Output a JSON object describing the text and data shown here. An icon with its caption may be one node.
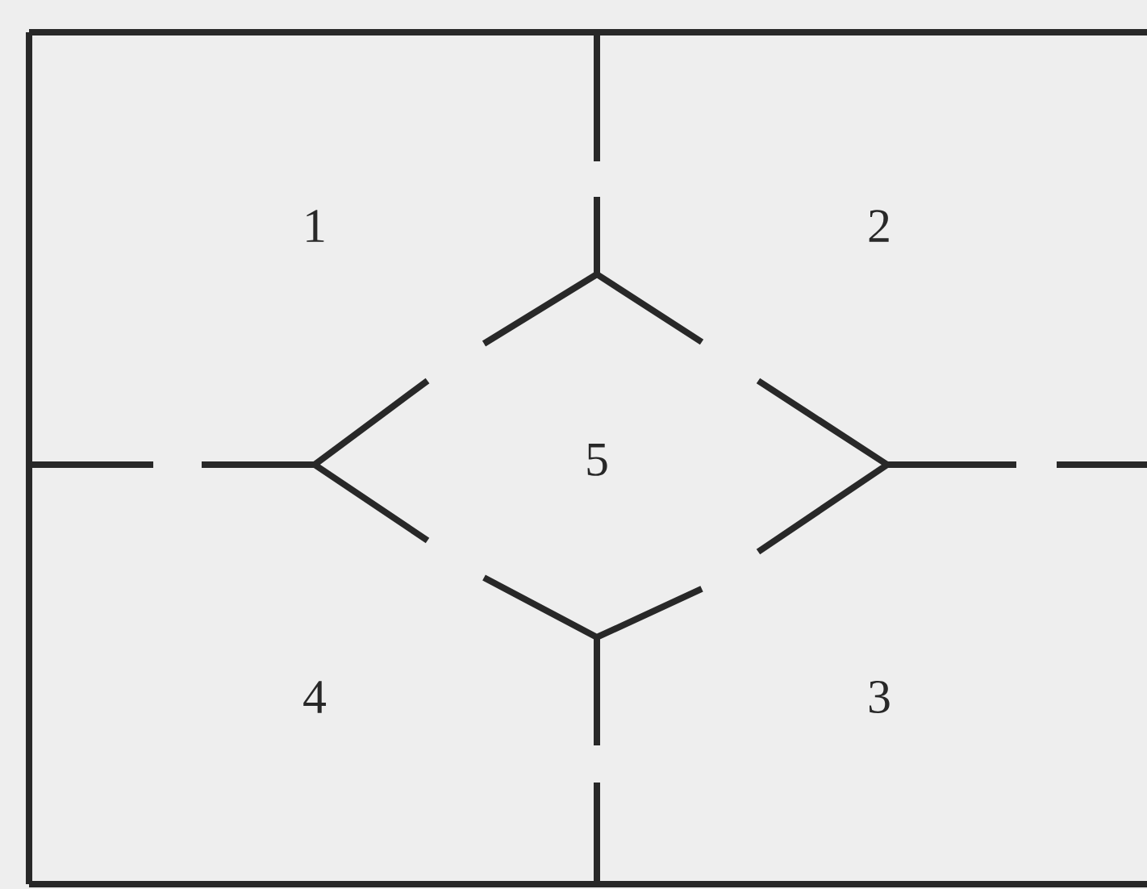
{
  "diagram": {
    "labels": [
      "1",
      "2",
      "5",
      "4",
      "3"
    ]
  }
}
